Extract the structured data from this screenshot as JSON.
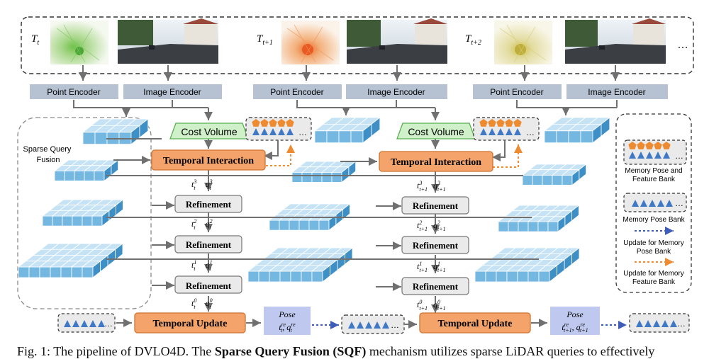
{
  "frames": {
    "t0": {
      "label_base": "T",
      "label_sub": "t"
    },
    "t1": {
      "label_base": "T",
      "label_sub": "t+1"
    },
    "t2": {
      "label_base": "T",
      "label_sub": "t+2"
    },
    "ellipsis": "…"
  },
  "encoders": {
    "point": "Point Encoder",
    "image": "Image Encoder"
  },
  "cost_volume": "Cost Volume",
  "temporal_interaction": "Temporal Interaction",
  "refinement": "Refinement",
  "temporal_update": "Temporal Update",
  "sparse_query_fusion": [
    "Sparse Query",
    "Fusion"
  ],
  "pose_label": "Pose",
  "column_t": {
    "q3": {
      "t": "t",
      "tsup": "3",
      "tsub": "t",
      "q": "q",
      "qsup": "3",
      "qsub": "t"
    },
    "q2": {
      "t": "t",
      "tsup": "2",
      "tsub": "t",
      "q": "q",
      "qsup": "2",
      "qsub": "t"
    },
    "q1": {
      "t": "t",
      "tsup": "1",
      "tsub": "t",
      "q": "q",
      "qsup": "1",
      "qsub": "t"
    },
    "q0": {
      "t": "t",
      "tsup": "0",
      "tsub": "t",
      "q": "q",
      "qsup": "0",
      "qsub": "t"
    },
    "pose": {
      "t": "t",
      "tsup": "re",
      "tsub": "t",
      "q": "q",
      "qsup": "re",
      "qsub": "t"
    }
  },
  "column_t1": {
    "q3": {
      "t": "t",
      "tsup": "3",
      "tsub": "t+1",
      "q": "q",
      "qsup": "3",
      "qsub": "t+1"
    },
    "q2": {
      "t": "t",
      "tsup": "2",
      "tsub": "t+1",
      "q": "q",
      "qsup": "2",
      "qsub": "t+1"
    },
    "q1": {
      "t": "t",
      "tsup": "1",
      "tsub": "t+1",
      "q": "q",
      "qsup": "1",
      "qsub": "t+1"
    },
    "q0": {
      "t": "t",
      "tsup": "0",
      "tsub": "t+1",
      "q": "q",
      "qsup": "0",
      "qsub": "t+1"
    },
    "pose": {
      "t": "t",
      "tsup": "re",
      "tsub": "t+1",
      "q": "q",
      "qsup": "re",
      "qsub": "t+1"
    }
  },
  "legend": {
    "memory_pose_feature": [
      "Memory Pose and",
      "Feature Bank"
    ],
    "memory_pose": "Memory Pose Bank",
    "update_pose": [
      "Update for Memory",
      "Pose Bank"
    ],
    "update_feature": [
      "Update for Memory",
      "Feature Bank"
    ]
  },
  "caption": {
    "prefix": "Fig. 1: The pipeline of DVLO4D. The ",
    "bold": "Sparse Query Fusion (SQF)",
    "suffix": " mechanism utilizes sparse LiDAR queries to effectively"
  },
  "colors": {
    "orange": "#F4A46A",
    "orange_border": "#D0722F",
    "green": "#CFF0C8",
    "green_border": "#58B050",
    "encoder": "#B6C1D2",
    "gray_box": "#EAEAEA",
    "pose_box": "#BFC9EF",
    "cube_top": "#C6E3F5",
    "cube_front": "#74B8E2",
    "cube_side": "#3F8FC7",
    "triangle": "#3F78C4",
    "pentagon": "#EE8A2F",
    "blue_arrow": "#3E5DB8",
    "orange_arrow": "#EE8A2F"
  }
}
